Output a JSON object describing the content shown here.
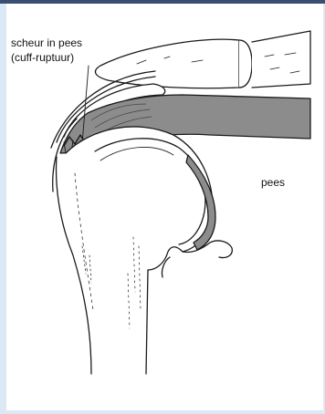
{
  "labels": {
    "tear_line1": "scheur in pees",
    "tear_line2": "(cuff-ruptuur)",
    "tendon": "pees"
  },
  "colors": {
    "frame_blue": "#dbe8f6",
    "frame_dark": "#3a4e72",
    "tendon_fill": "#8c8c8c",
    "outline": "#1a1a1a"
  },
  "icons": {
    "main": "shoulder-joint-anatomy-illustration"
  }
}
